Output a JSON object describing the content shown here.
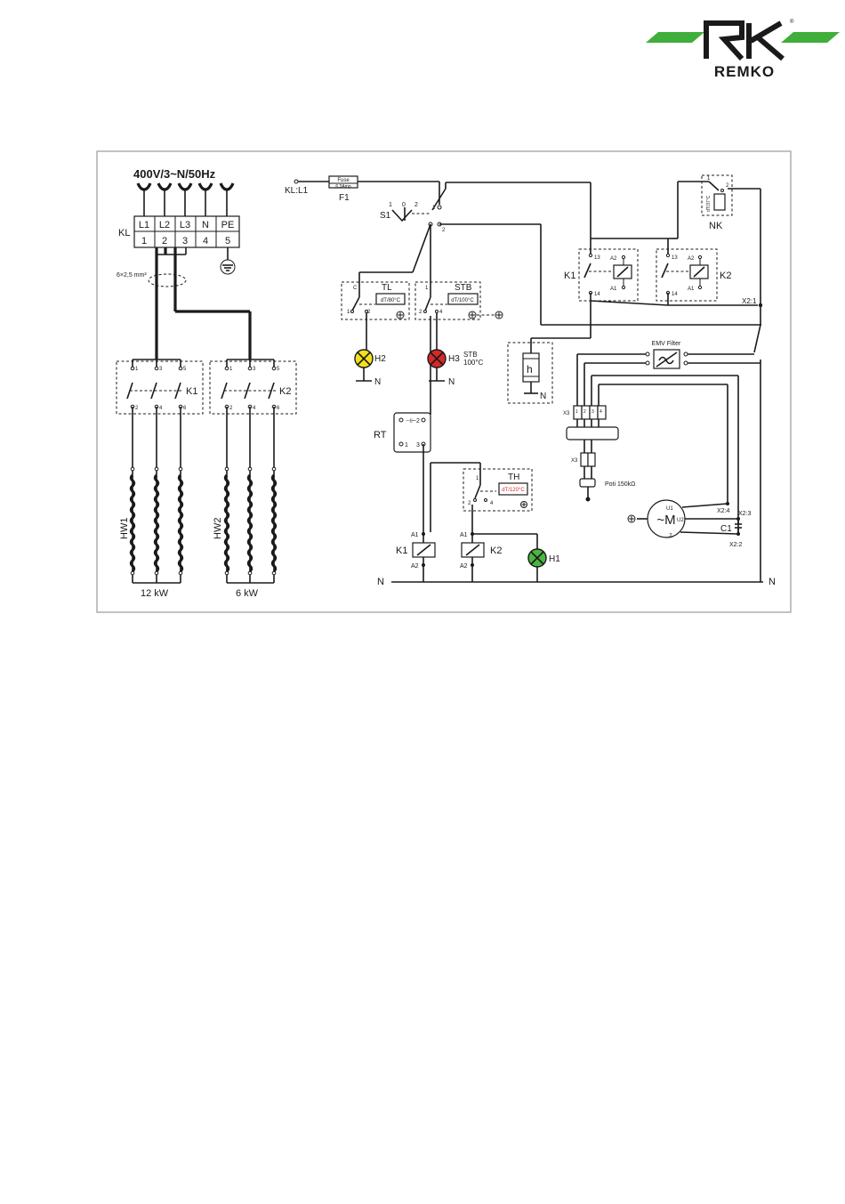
{
  "brand": {
    "name": "REMKO",
    "color_dark": "#1a1a1a",
    "color_green": "#3fae3a"
  },
  "supply": {
    "title": "400V/3~N/50Hz",
    "terminal_block": "KL",
    "phases": [
      "L1",
      "L2",
      "L3",
      "N",
      "PE"
    ],
    "numbers": [
      "1",
      "2",
      "3",
      "4",
      "5"
    ],
    "cable": "6×2,5 mm²"
  },
  "power": {
    "contactor_k1": "K1",
    "contactor_k2": "K2",
    "k1_pins_top": [
      "1",
      "3",
      "5"
    ],
    "k1_pins_bottom": [
      "2",
      "4",
      "6"
    ],
    "k2_pins_top": [
      "1",
      "3",
      "5"
    ],
    "k2_pins_bottom": [
      "2",
      "4",
      "6"
    ],
    "heater1": "HW1",
    "heater2": "HW2",
    "rating1": "12 kW",
    "rating2": "6 kW"
  },
  "control": {
    "feed": "KL:L1",
    "fuse_label": "Fuse",
    "fuse_value": "6.3Amp",
    "fuse_ref": "F1",
    "switch": "S1",
    "switch_positions": [
      "1",
      "0",
      "2"
    ],
    "tl": {
      "label": "TL",
      "setting": "dT/80°C",
      "pins": [
        "C",
        "1",
        "2"
      ]
    },
    "stb": {
      "label": "STB",
      "setting": "dT/100°C",
      "pins": [
        "1",
        "2",
        "4"
      ],
      "note1": "STB",
      "note2": "100°C"
    },
    "lamp_h2": "H2",
    "lamp_h3": "H3",
    "lamp_h1": "H1",
    "neutral": "N",
    "room_thermostat": "RT",
    "rt_pins": [
      "2",
      "1",
      "3"
    ],
    "th": {
      "label": "TH",
      "setting": "dT/120°C",
      "pins": [
        "1",
        "2",
        "4"
      ]
    },
    "coil_pins": [
      "A1",
      "A2"
    ],
    "hour_meter": "h",
    "aux_k1": "K1",
    "aux_k2": "K2",
    "aux_pins": [
      "13",
      "14",
      "A2",
      "A1"
    ],
    "nk": "NK",
    "nk_setting": "dT/37°C",
    "nk_pins": [
      "1",
      "2"
    ],
    "x2_1": "X2:1",
    "emv": "EMV Filter",
    "x3": "X3",
    "x3_pins": [
      "1",
      "2",
      "3",
      "4"
    ],
    "poti": "Poti 150kΩ",
    "motor": "~M",
    "motor_pins": [
      "U1",
      "U2",
      "Z"
    ],
    "x2_4": "X2:4",
    "x2_3": "X2:3",
    "x2_2": "X2:2",
    "capacitor": "C1"
  },
  "colors": {
    "h2": "#f2e21d",
    "h3": "#d62828",
    "h1": "#4bb543",
    "th_setting": "#d62828"
  }
}
